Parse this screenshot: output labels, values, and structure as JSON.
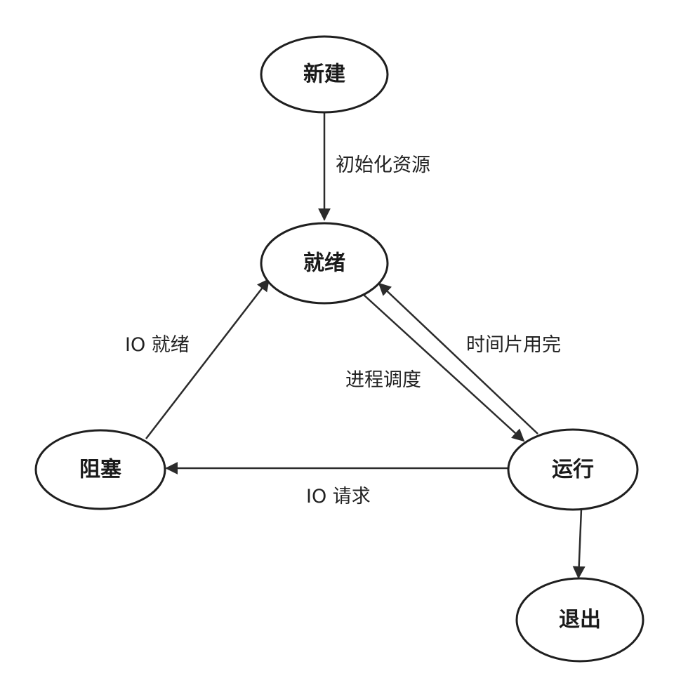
{
  "states": {
    "new": "新建",
    "ready": "就绪",
    "blocked": "阻塞",
    "running": "运行",
    "exit": "退出"
  },
  "transitions": {
    "new_to_ready": "初始化资源",
    "blocked_to_ready": "IO 就绪",
    "ready_to_running": "进程调度",
    "running_to_ready": "时间片用完",
    "running_to_blocked": "IO 请求"
  }
}
